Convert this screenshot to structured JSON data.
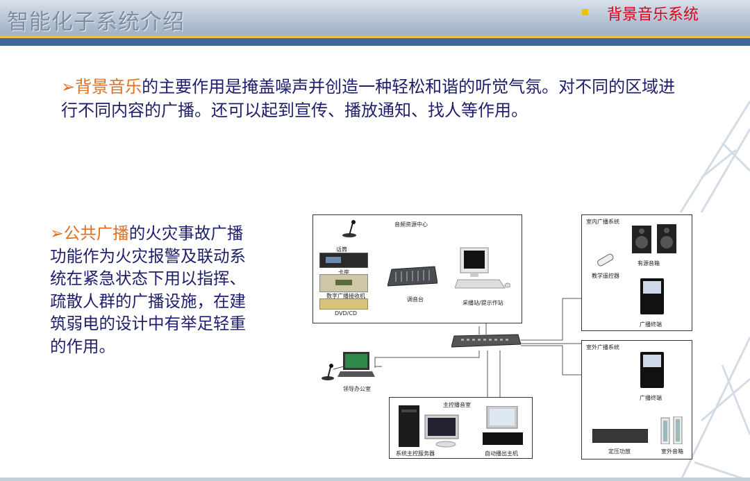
{
  "header": {
    "title": "智能化子系统介绍",
    "section": "背景音乐系统"
  },
  "para1": {
    "arrow": "➢",
    "highlight": "背景音乐",
    "text": "的主要作用是掩盖噪声并创造一种轻松和谐的听觉气氛。对不同的区域进行不同内容的广播。还可以起到宣传、播放通知、找人等作用。"
  },
  "para2": {
    "arrow": "➢",
    "highlight": "公共广播",
    "text": "的火灾事故广播功能作为火灾报警及联动系统在紧急状态下用以指挥、疏散人群的广播设施，在建筑弱电的设计中有举足轻重的作用。"
  },
  "diagram": {
    "resource_center": "音频资源中心",
    "mic_label": "话筒",
    "tape_label": "卡座",
    "tuner_label": "数字广播接收机",
    "dvd_label": "DVD/CD",
    "mixer_label": "调音台",
    "pc_label": "采播站/提示作站",
    "indoor_system": "室内广播系统",
    "speaker_label": "有源音箱",
    "remote_label": "教学遥控器",
    "indoor_terminal": "广播终端",
    "outdoor_system": "室外广播系统",
    "outdoor_terminal": "广播终端",
    "amp_label": "定压功放",
    "column_label": "室外音箱",
    "office_label": "领导办公室",
    "control_room": "主控播音室",
    "server_label": "系统主控服务器",
    "auto_host_label": "自动播出主机"
  }
}
